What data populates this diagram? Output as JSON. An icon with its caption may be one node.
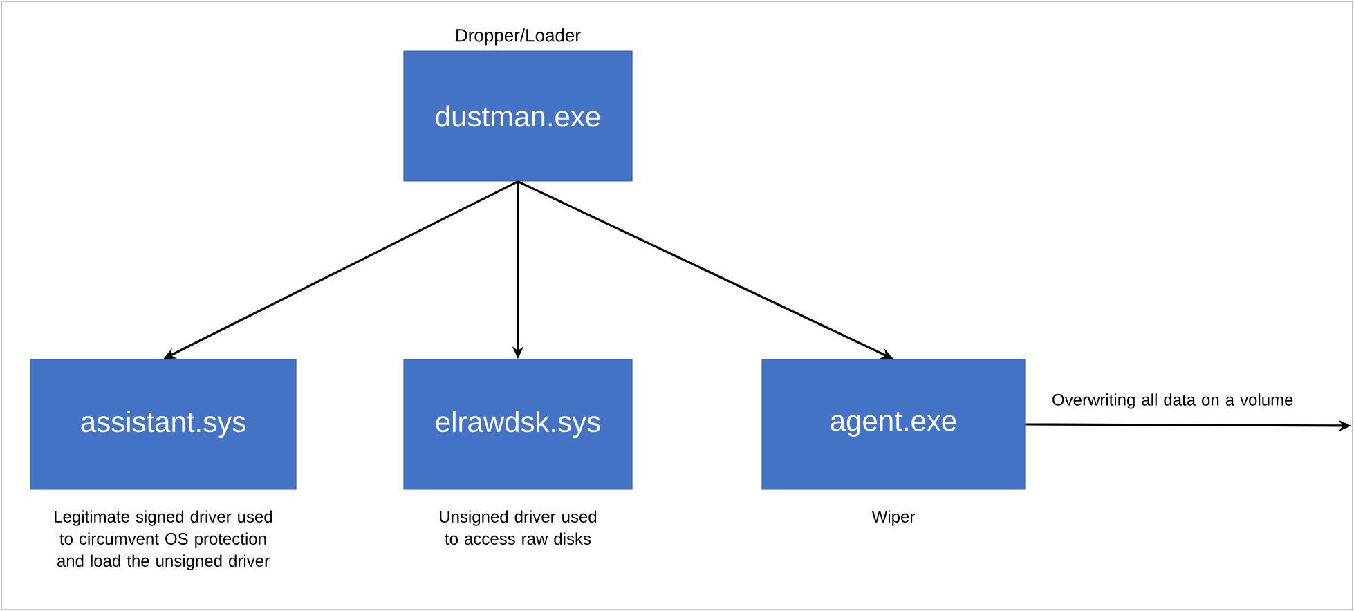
{
  "diagram": {
    "nodes": [
      {
        "text": [
          "Dropper/Loader",
          "dustman.exe"
        ]
      },
      {
        "text": [
          "assistant.sys"
        ],
        "beside": [
          "Legitimate signed driver used to circumvent OS protection and load the unsigned driver"
        ]
      },
      {
        "text": [
          "elrawdsk.sys"
        ],
        "beside": [
          "Unsigned driver used to access raw disks"
        ]
      },
      {
        "text": [
          "agent.exe"
        ],
        "beside": [
          "Wiper"
        ]
      }
    ],
    "edges": [
      {
        "from": 0,
        "to": 1,
        "arrow": "to"
      },
      {
        "from": 0,
        "to": 2,
        "arrow": "to"
      },
      {
        "from": 0,
        "to": 3,
        "arrow": "to"
      },
      {
        "from": 3,
        "to": null,
        "arrow": "to",
        "label": "Overwriting all data on a volume"
      }
    ]
  }
}
